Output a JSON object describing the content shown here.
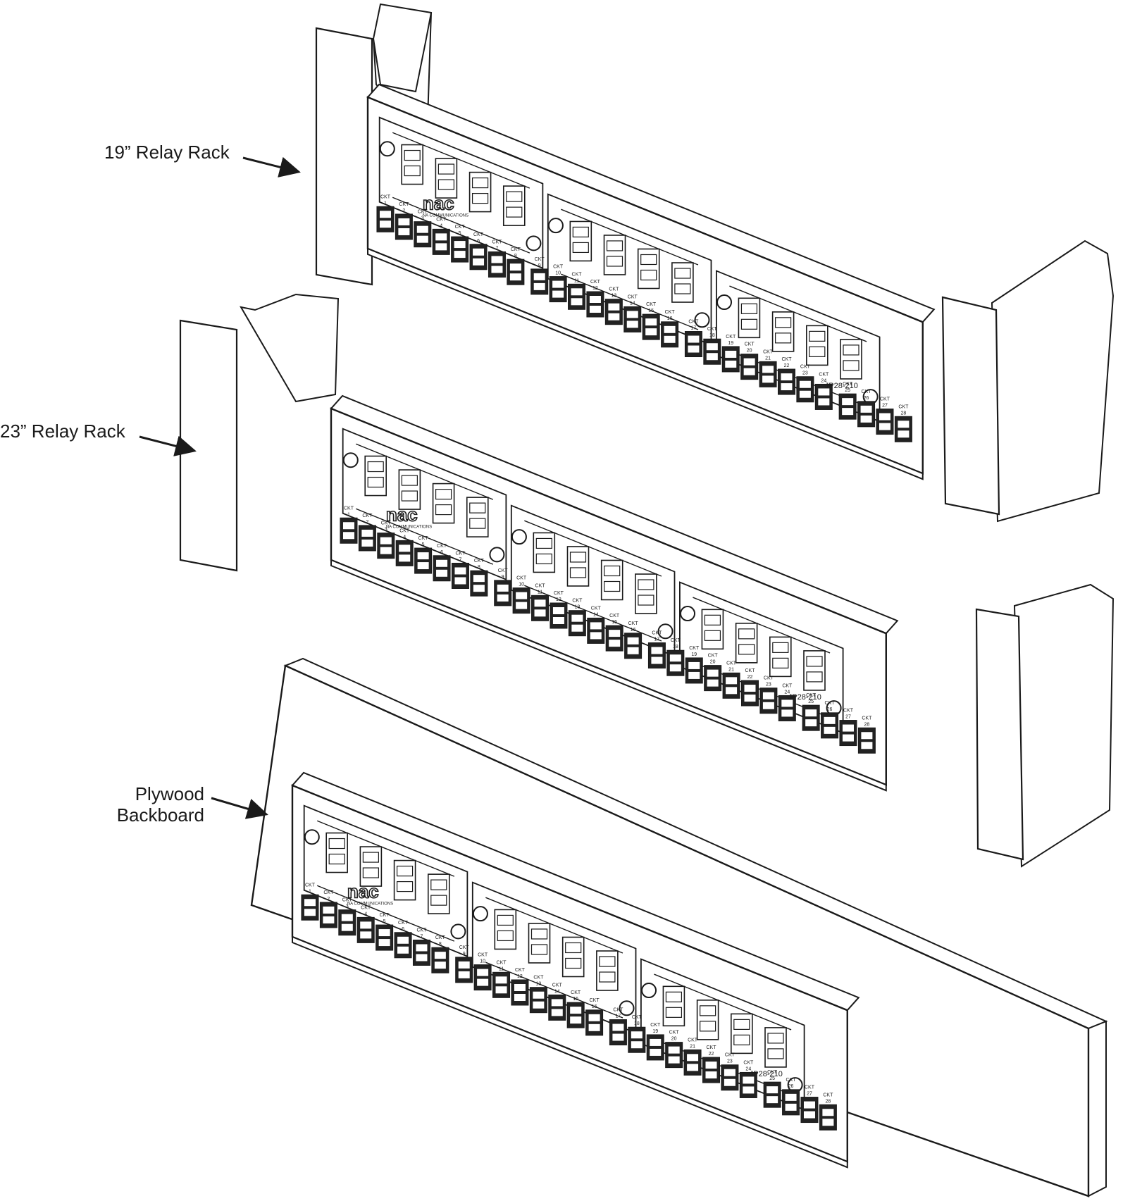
{
  "callouts": {
    "relay_19": "19” Relay Rack",
    "relay_23": "23” Relay Rack",
    "plywood_line1": "Plywood",
    "plywood_line2": "Backboard"
  },
  "panel": {
    "model": "JP28-210",
    "logo": "nac",
    "logo_sub": "NA COMMUNICATIONS",
    "circuit_tag": "CKT",
    "circuits": [
      "1",
      "2",
      "3",
      "4",
      "5",
      "6",
      "7",
      "8",
      "9",
      "10",
      "11",
      "12",
      "13",
      "14",
      "15",
      "16",
      "17",
      "18",
      "19",
      "20",
      "21",
      "22",
      "23",
      "24",
      "25",
      "26",
      "27",
      "28"
    ]
  },
  "colors": {
    "line": "#1a1a1a",
    "dark": "#222222",
    "paper": "#ffffff"
  }
}
